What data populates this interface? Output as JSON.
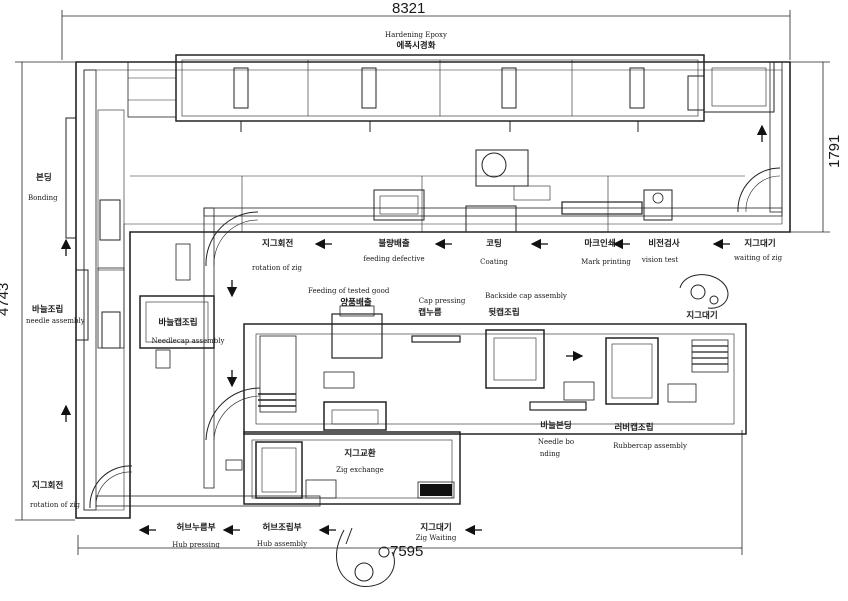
{
  "dimensions": {
    "top_width": "8321",
    "bottom_width": "7595",
    "left_height": "4743",
    "right_height": "1791"
  },
  "labels": {
    "hardening_en": "Hardening Epoxy",
    "hardening_kr": "에폭시경화",
    "bonding_kr": "본딩",
    "bonding_en": "Bonding",
    "rotation_top_kr": "지그회전",
    "rotation_top_en": "rotation of zig",
    "defective_kr": "불량배출",
    "defective_en": "feeding defective",
    "coating_kr": "코팅",
    "coating_en": "Coating",
    "mark_kr": "마크인쇄",
    "mark_en": "Mark printing",
    "vision_kr": "비전검사",
    "vision_en": "vision test",
    "waiting_top_kr": "지그대기",
    "waiting_top_en": "waiting of zig",
    "needle_assembly_kr": "바늘조립",
    "needle_assembly_en": "needle assembly",
    "feeding_good_en": "Feeding of tested good",
    "good_kr": "양품배출",
    "cap_pressing_en": "Cap pressing",
    "cap_pressing_kr": "캡누름",
    "backside_en": "Backside cap assembly",
    "backside_kr": "뒷캡조립",
    "needlecap_kr": "바늘캡조립",
    "needlecap_en": "Needlecap assembly",
    "jig_wait_right_kr": "지그대기",
    "needle_bonding_kr": "바늘본딩",
    "needle_bonding_en": "Needle bo",
    "needle_bonding_en2": "nding",
    "rubbercap_kr": "러버캡조립",
    "rubbercap_en": "Rubbercap assembly",
    "exchange_kr": "지그교환",
    "exchange_en": "Zig exchange",
    "rotation_bottom_kr": "지그회전",
    "rotation_bottom_en": "rotation of zig",
    "hub_pressing_kr": "허브누름부",
    "hub_pressing_en": "Hub pressing",
    "hub_assembly_kr": "허브조립부",
    "hub_assembly_en": "Hub assembly",
    "waiting_bottom_kr": "지그대기",
    "waiting_bottom_en": "Zig Waiting"
  }
}
